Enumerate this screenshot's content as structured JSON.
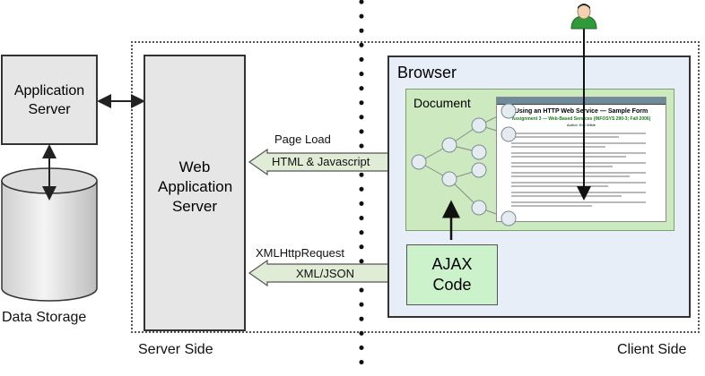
{
  "labels": {
    "application_server": "Application Server",
    "data_storage": "Data Storage",
    "web_application_server": "Web Application Server",
    "browser": "Browser",
    "document": "Document",
    "ajax_code": "AJAX Code",
    "page_load": "Page Load",
    "html_js": "HTML & Javascript",
    "xmlhttprequest": "XMLHttpRequest",
    "xml_json": "XML/JSON",
    "server_side": "Server Side",
    "client_side": "Client Side"
  },
  "page": {
    "title": "Using an HTTP Web Service — Sample Form",
    "subtitle": "Assignment 3 — Web-Based Services (INFOSYS 290-3; Fall 2006)",
    "author": "Author: Erik Wilde"
  },
  "colors": {
    "server_fill": "#e6e6e6",
    "client_fill": "#e8eef8",
    "doc_green": "#cde9c0",
    "ajax_green": "#ccf2cc",
    "arrow_fill": "#e0ecd6",
    "page_title_green": "#1a7a1a"
  },
  "icons": {
    "user": "user-icon",
    "database": "database-icon"
  }
}
